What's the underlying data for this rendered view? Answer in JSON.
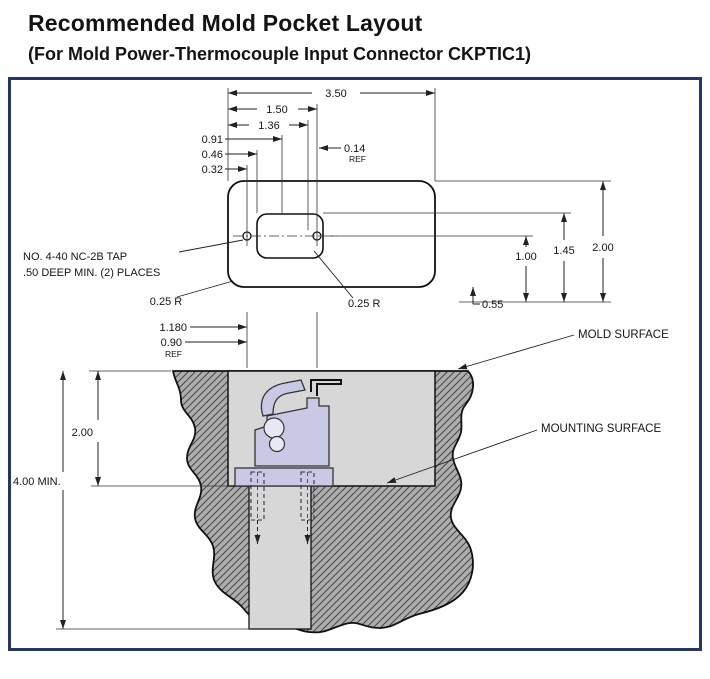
{
  "title": "Recommended Mold Pocket Layout",
  "subtitle": "(For Mold Power-Thermocouple Input Connector CKPTIC1)",
  "colors": {
    "frame_border": "#25346a",
    "mold_hatch_fill": "#adadad",
    "pocket_fill": "#d7d7d7",
    "connector_fill": "#c9c9e6"
  },
  "top_view": {
    "tap_note": [
      "NO. 4-40 NC-2B TAP",
      ".50 DEEP MIN. (2) PLACES"
    ],
    "dims": {
      "overall_width": "3.50",
      "width_150": "1.50",
      "width_136": "1.36",
      "width_091": "0.91",
      "width_046": "0.46",
      "width_032": "0.32",
      "width_014": "0.14",
      "width_014_ref": "REF",
      "overall_height": "2.00",
      "height_145": "1.45",
      "height_100": "1.00",
      "height_055": "0.55",
      "corner_radius_outer": "0.25 R",
      "corner_radius_inner": "0.25 R",
      "width_1180": "1.180",
      "width_090": "0.90",
      "width_090_ref": "REF"
    }
  },
  "section_view": {
    "labels": {
      "mold_surface": "MOLD SURFACE",
      "mounting_surface": "MOUNTING SURFACE"
    },
    "dims": {
      "pocket_depth": "2.00",
      "min_depth": "4.00 MIN."
    }
  }
}
